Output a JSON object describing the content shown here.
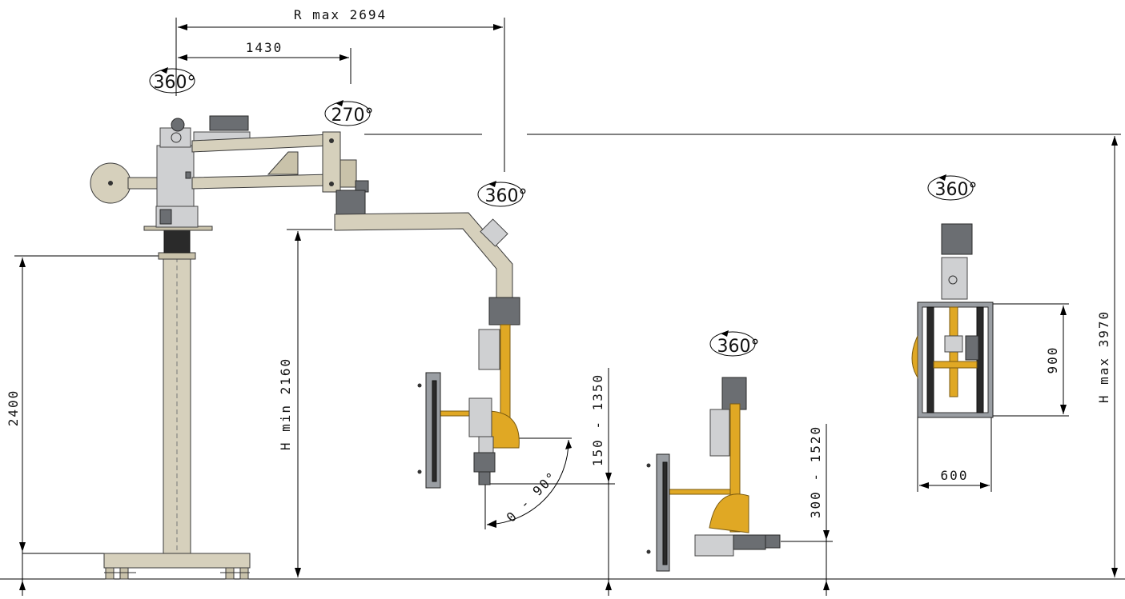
{
  "dimensions": {
    "r_max": "R max 2694",
    "reach_1430": "1430",
    "column_height": "2400",
    "h_min": "H min 2160",
    "h_max": "H max 3970",
    "stroke_150_1350": "150 - 1350",
    "stroke_300_1520": "300 - 1520",
    "gripper_height": "900",
    "gripper_width": "600",
    "tilt_range": "0 - 90°"
  },
  "rotations": {
    "column": "360°",
    "arm_joint": "270°",
    "head_arm_end": "360°",
    "head_lower": "360°",
    "head_right": "360°"
  },
  "colors": {
    "frame": "#d6d0bc",
    "gripper_column": "#e0a824",
    "housing": "#cfd0d2"
  }
}
